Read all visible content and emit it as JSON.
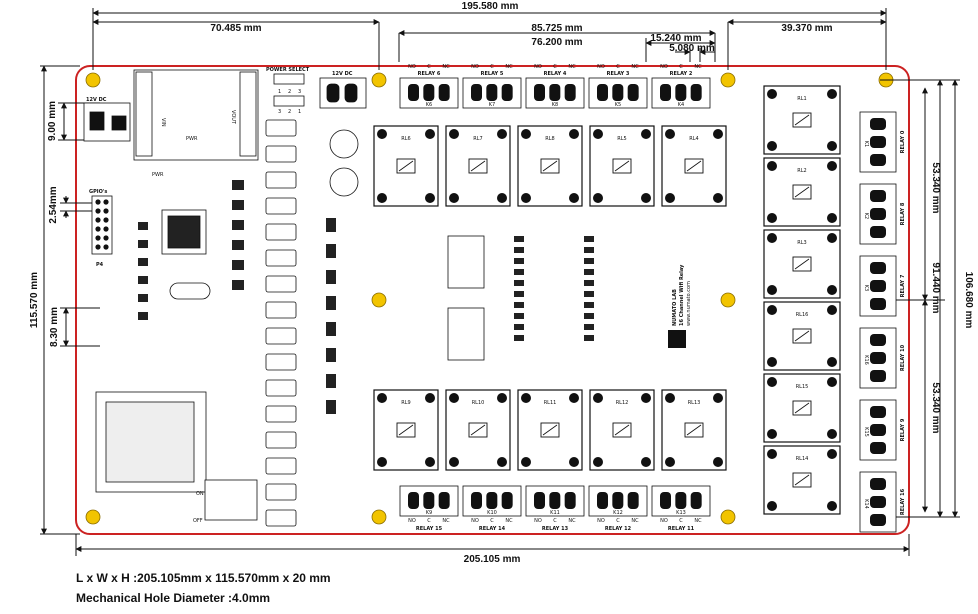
{
  "dimensions": {
    "overall_width": "195.580 mm",
    "left_hole_span": "70.485 mm",
    "relay_span_outer": "85.725 mm",
    "relay_span_inner": "76.200 mm",
    "relay_pitch": "15.240 mm",
    "terminal_pitch": "5.080 mm",
    "right_hole_span": "39.370 mm",
    "board_width": "205.105 mm",
    "board_height": "115.570 mm",
    "right_hole_height": "106.680 mm",
    "right_mid_height": "91.440 mm",
    "right_upper_half": "53.340 mm",
    "right_lower_half": "53.340 mm",
    "dc_jack_offset": "9.00 mm",
    "gpio_pitch": "2.54mm",
    "header_offset": "8.30 mm"
  },
  "board": {
    "power_select_label": "POWER SELECT",
    "jack_label": "12V DC",
    "terminal_12v_label": "12V DC",
    "pwr_label": "PWR",
    "gpio_label": "GPIO's",
    "p4_label": "P4",
    "vin_label": "VIN",
    "vout_label": "VOUT",
    "brand_line1": "NUMATO LAB",
    "brand_line2": "16 Channel Wifi Relay",
    "brand_line3": "www.numato.com",
    "off_label": "OFF",
    "on_label": "ON",
    "ps_numbers_top": [
      "1",
      "2",
      "3"
    ],
    "ps_numbers_bottom": [
      "3",
      "2",
      "1"
    ]
  },
  "top_relays": [
    {
      "name": "RELAY 6",
      "k": "K6",
      "rl": "RL6"
    },
    {
      "name": "RELAY 5",
      "k": "K7",
      "rl": "RL7"
    },
    {
      "name": "RELAY 4",
      "k": "K8",
      "rl": "RL8"
    },
    {
      "name": "RELAY 3",
      "k": "K5",
      "rl": "RL5"
    },
    {
      "name": "RELAY 2",
      "k": "K4",
      "rl": "RL4"
    }
  ],
  "bottom_relays": [
    {
      "name": "RELAY 15",
      "k": "K9",
      "rl": "RL9"
    },
    {
      "name": "RELAY 14",
      "k": "K10",
      "rl": "RL10"
    },
    {
      "name": "RELAY 13",
      "k": "K11",
      "rl": "RL11"
    },
    {
      "name": "RELAY 12",
      "k": "K12",
      "rl": "RL12"
    },
    {
      "name": "RELAY 11",
      "k": "K13",
      "rl": "RL13"
    }
  ],
  "right_relays": [
    {
      "name": "RELAY 0",
      "k": "K1",
      "rl": "RL1"
    },
    {
      "name": "RELAY 8",
      "k": "K2",
      "rl": "RL2"
    },
    {
      "name": "RELAY 7",
      "k": "K3",
      "rl": "RL3"
    },
    {
      "name": "RELAY 10",
      "k": "K16",
      "rl": "RL16"
    },
    {
      "name": "RELAY 9",
      "k": "K15",
      "rl": "RL15"
    },
    {
      "name": "RELAY 16",
      "k": "K14",
      "rl": "RL14"
    }
  ],
  "terminal_pins": [
    "NO",
    "C",
    "NC"
  ],
  "footer": {
    "line1": "L x W x H :205.105mm x 115.570mm x 20 mm",
    "line2": "Mechanical Hole Diameter :4.0mm"
  },
  "colors": {
    "board_outline": "#cc2222",
    "mount_hole": "#f2c400",
    "dimension_line": "#111111"
  }
}
